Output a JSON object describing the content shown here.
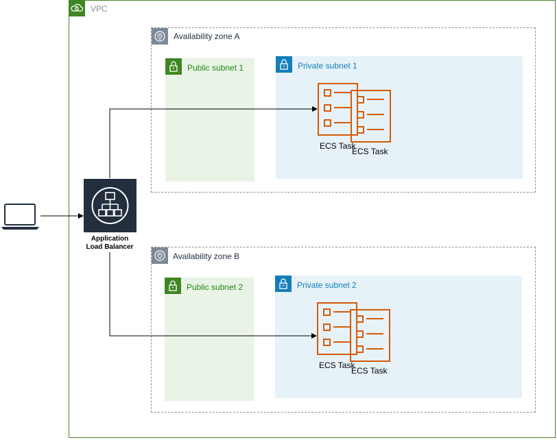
{
  "vpc": {
    "label": "VPC"
  },
  "zones": [
    {
      "label": "Availability zone A",
      "public_subnet": "Public subnet 1",
      "private_subnet": "Private subnet 1",
      "tasks": [
        "ECS Task",
        "ECS Task"
      ]
    },
    {
      "label": "Availability zone B",
      "public_subnet": "Public subnet 2",
      "private_subnet": "Private subnet 2",
      "tasks": [
        "ECS Task",
        "ECS Task"
      ]
    }
  ],
  "load_balancer": {
    "label_line1": "Application",
    "label_line2": "Load Balancer"
  },
  "client": {
    "icon": "laptop-icon"
  },
  "colors": {
    "vpc": "#3f8624",
    "public": "#248814",
    "private": "#147eba",
    "ecs": "#d45b07",
    "alb": "#232f3e"
  }
}
